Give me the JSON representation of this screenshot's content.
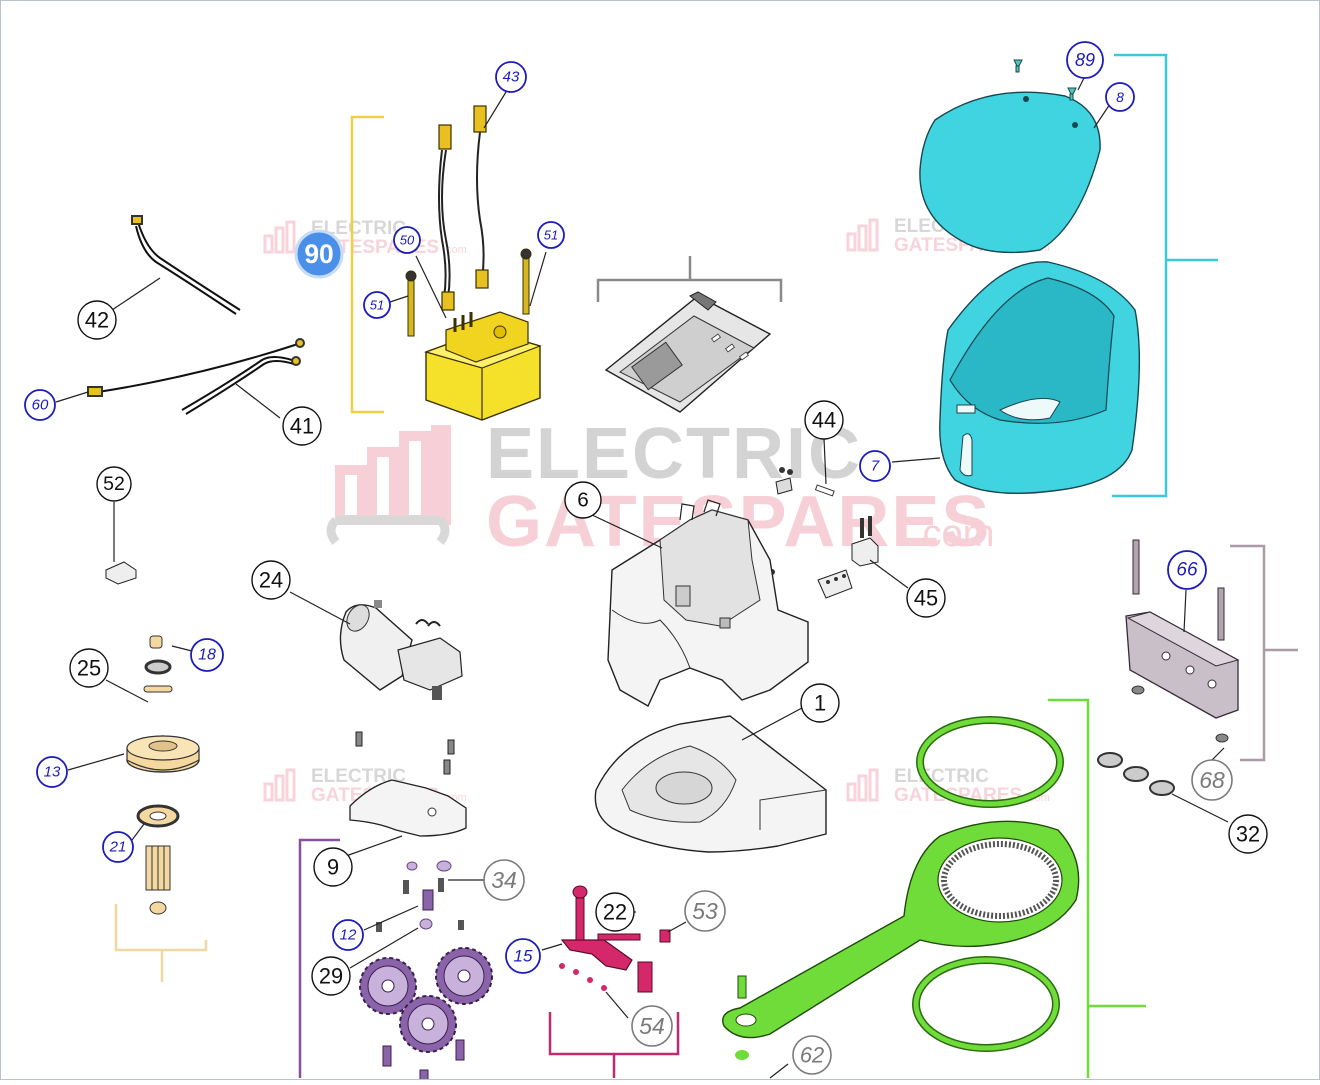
{
  "watermark": {
    "line1": "ELECTRIC",
    "line2": "GATESPARES",
    "suffix": ".com"
  },
  "callouts": [
    {
      "label": "89",
      "style": "blue"
    },
    {
      "label": "8",
      "style": "blue"
    },
    {
      "label": "43",
      "style": "blue"
    },
    {
      "label": "50",
      "style": "blue"
    },
    {
      "label": "51",
      "style": "blue"
    },
    {
      "label": "51",
      "style": "blue"
    },
    {
      "label": "90",
      "style": "badge"
    },
    {
      "label": "42",
      "style": "black"
    },
    {
      "label": "60",
      "style": "blue"
    },
    {
      "label": "41",
      "style": "black"
    },
    {
      "label": "44",
      "style": "black"
    },
    {
      "label": "7",
      "style": "blue"
    },
    {
      "label": "52",
      "style": "black"
    },
    {
      "label": "6",
      "style": "black"
    },
    {
      "label": "45",
      "style": "black"
    },
    {
      "label": "24",
      "style": "black"
    },
    {
      "label": "66",
      "style": "blue"
    },
    {
      "label": "18",
      "style": "blue"
    },
    {
      "label": "25",
      "style": "black"
    },
    {
      "label": "1",
      "style": "black"
    },
    {
      "label": "13",
      "style": "blue"
    },
    {
      "label": "68",
      "style": "grey"
    },
    {
      "label": "32",
      "style": "black"
    },
    {
      "label": "21",
      "style": "blue"
    },
    {
      "label": "9",
      "style": "black"
    },
    {
      "label": "34",
      "style": "grey"
    },
    {
      "label": "22",
      "style": "black"
    },
    {
      "label": "53",
      "style": "grey"
    },
    {
      "label": "12",
      "style": "blue"
    },
    {
      "label": "15",
      "style": "blue"
    },
    {
      "label": "29",
      "style": "black"
    },
    {
      "label": "54",
      "style": "grey"
    },
    {
      "label": "62",
      "style": "grey"
    }
  ],
  "colors": {
    "cover": "#3fd4e0",
    "transformer": "#f5e12a",
    "ring": "#6fdc3a",
    "gear_purple": "#8a63a8",
    "lever": "#d4286a",
    "callout_blue": "#1c1cb8",
    "callout_grey": "#7a7a7a",
    "bracket_yellow": "#f0d040",
    "bracket_grey": "#8a8a8a",
    "bracket_cyan": "#38c8e0",
    "bracket_mauve": "#a99aa6",
    "bracket_green": "#6fdc3a",
    "bracket_purple": "#8a4ea0",
    "bracket_magenta": "#c02a70",
    "bracket_tan": "#f0d8a0"
  }
}
